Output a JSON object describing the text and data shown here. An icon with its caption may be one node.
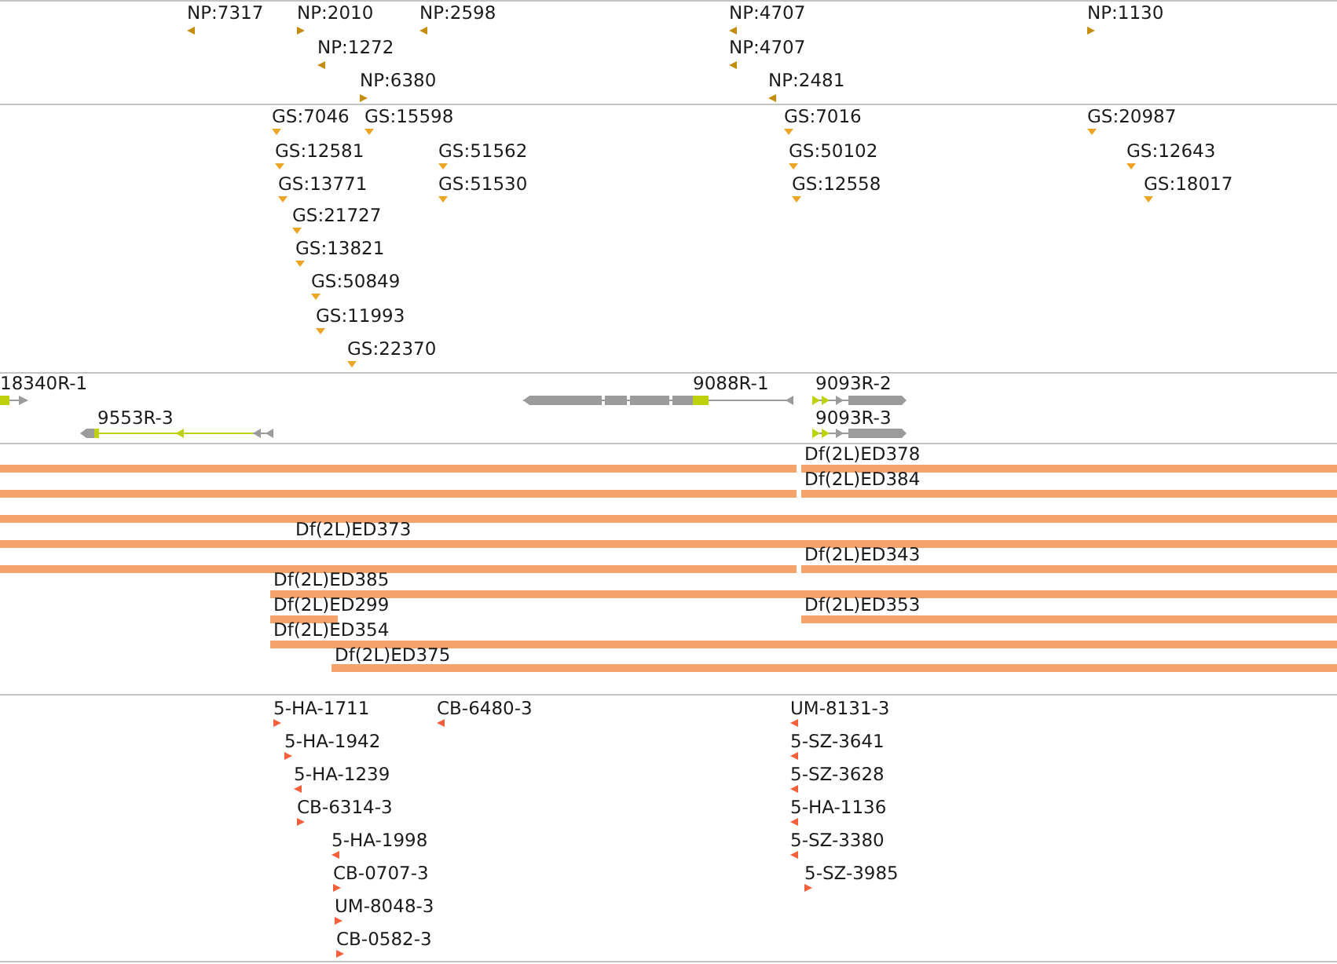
{
  "diagram": {
    "labels": [
      "NP:7317",
      "NP:2010",
      "NP:2598",
      "NP:4707",
      "NP:1130",
      "NP:1272",
      "NP:4707",
      "NP:6380",
      "NP:2481",
      "GS:7046",
      "GS:15598",
      "GS:7016",
      "GS:20987",
      "GS:12581",
      "GS:51562",
      "GS:50102",
      "GS:12643",
      "GS:13771",
      "GS:51530",
      "GS:12558",
      "GS:18017",
      "GS:21727",
      "GS:13821",
      "GS:50849",
      "GS:11993",
      "GS:22370",
      "18340R-1",
      "9088R-1",
      "9093R-2",
      "9553R-3",
      "9093R-3",
      "Df(2L)ED378",
      "Df(2L)ED384",
      "Df(2L)ED373",
      "Df(2L)ED343",
      "Df(2L)ED385",
      "Df(2L)ED299",
      "Df(2L)ED353",
      "Df(2L)ED354",
      "Df(2L)ED375",
      "5-HA-1711",
      "CB-6480-3",
      "UM-8131-3",
      "5-HA-1942",
      "5-SZ-3641",
      "5-HA-1239",
      "5-SZ-3628",
      "CB-6314-3",
      "5-HA-1136",
      "5-HA-1998",
      "5-SZ-3380",
      "CB-0707-3",
      "5-SZ-3985",
      "UM-8048-3",
      "CB-0582-3"
    ]
  }
}
